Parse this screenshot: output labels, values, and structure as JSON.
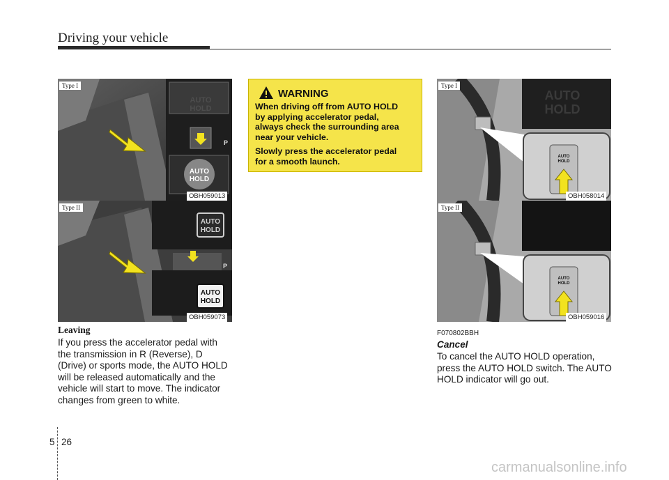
{
  "header": {
    "title": "Driving your vehicle"
  },
  "left_column": {
    "figure1": {
      "type_label": "Type I",
      "code": "OBH059013",
      "badge_top": "AUTO\nHOLD",
      "badge_bottom": "AUTO\nHOLD"
    },
    "figure2": {
      "type_label": "Type II",
      "code": "OBH059073",
      "badge_top": "AUTO\nHOLD",
      "badge_bottom": "AUTO\nHOLD"
    },
    "heading": "Leaving",
    "body": [
      "If you press the accelerator pedal with",
      "the transmission in R (Reverse), D",
      "(Drive) or sports mode, the AUTO HOLD",
      "will be released automatically and the",
      "vehicle will start to move. The indicator",
      "changes from green to white."
    ]
  },
  "warning": {
    "title": "WARNING",
    "paragraphs": [
      [
        "When driving off from AUTO HOLD",
        "by applying accelerator pedal,",
        "always check the surrounding area",
        "near your vehicle."
      ],
      [
        "Slowly press the accelerator pedal",
        "for a smooth launch."
      ]
    ]
  },
  "right_column": {
    "figure1": {
      "type_label": "Type I",
      "code": "OBH058014",
      "big_label": "AUTO\nHOLD",
      "button_label": "AUTO\nHOLD"
    },
    "figure2": {
      "type_label": "Type II",
      "code": "OBH059016",
      "big_label": "",
      "button_label": "AUTO\nHOLD"
    },
    "ref_code": "F070802BBH",
    "heading": "Cancel",
    "body": [
      "To cancel the AUTO HOLD operation,",
      "press the AUTO HOLD switch. The AUTO",
      "HOLD indicator will go out."
    ]
  },
  "footer": {
    "chapter": "5",
    "page": "26",
    "watermark": "carmanualsonline.info"
  },
  "colors": {
    "warning_bg": "#f5e44a",
    "arrow_yellow": "#f2e21f"
  }
}
